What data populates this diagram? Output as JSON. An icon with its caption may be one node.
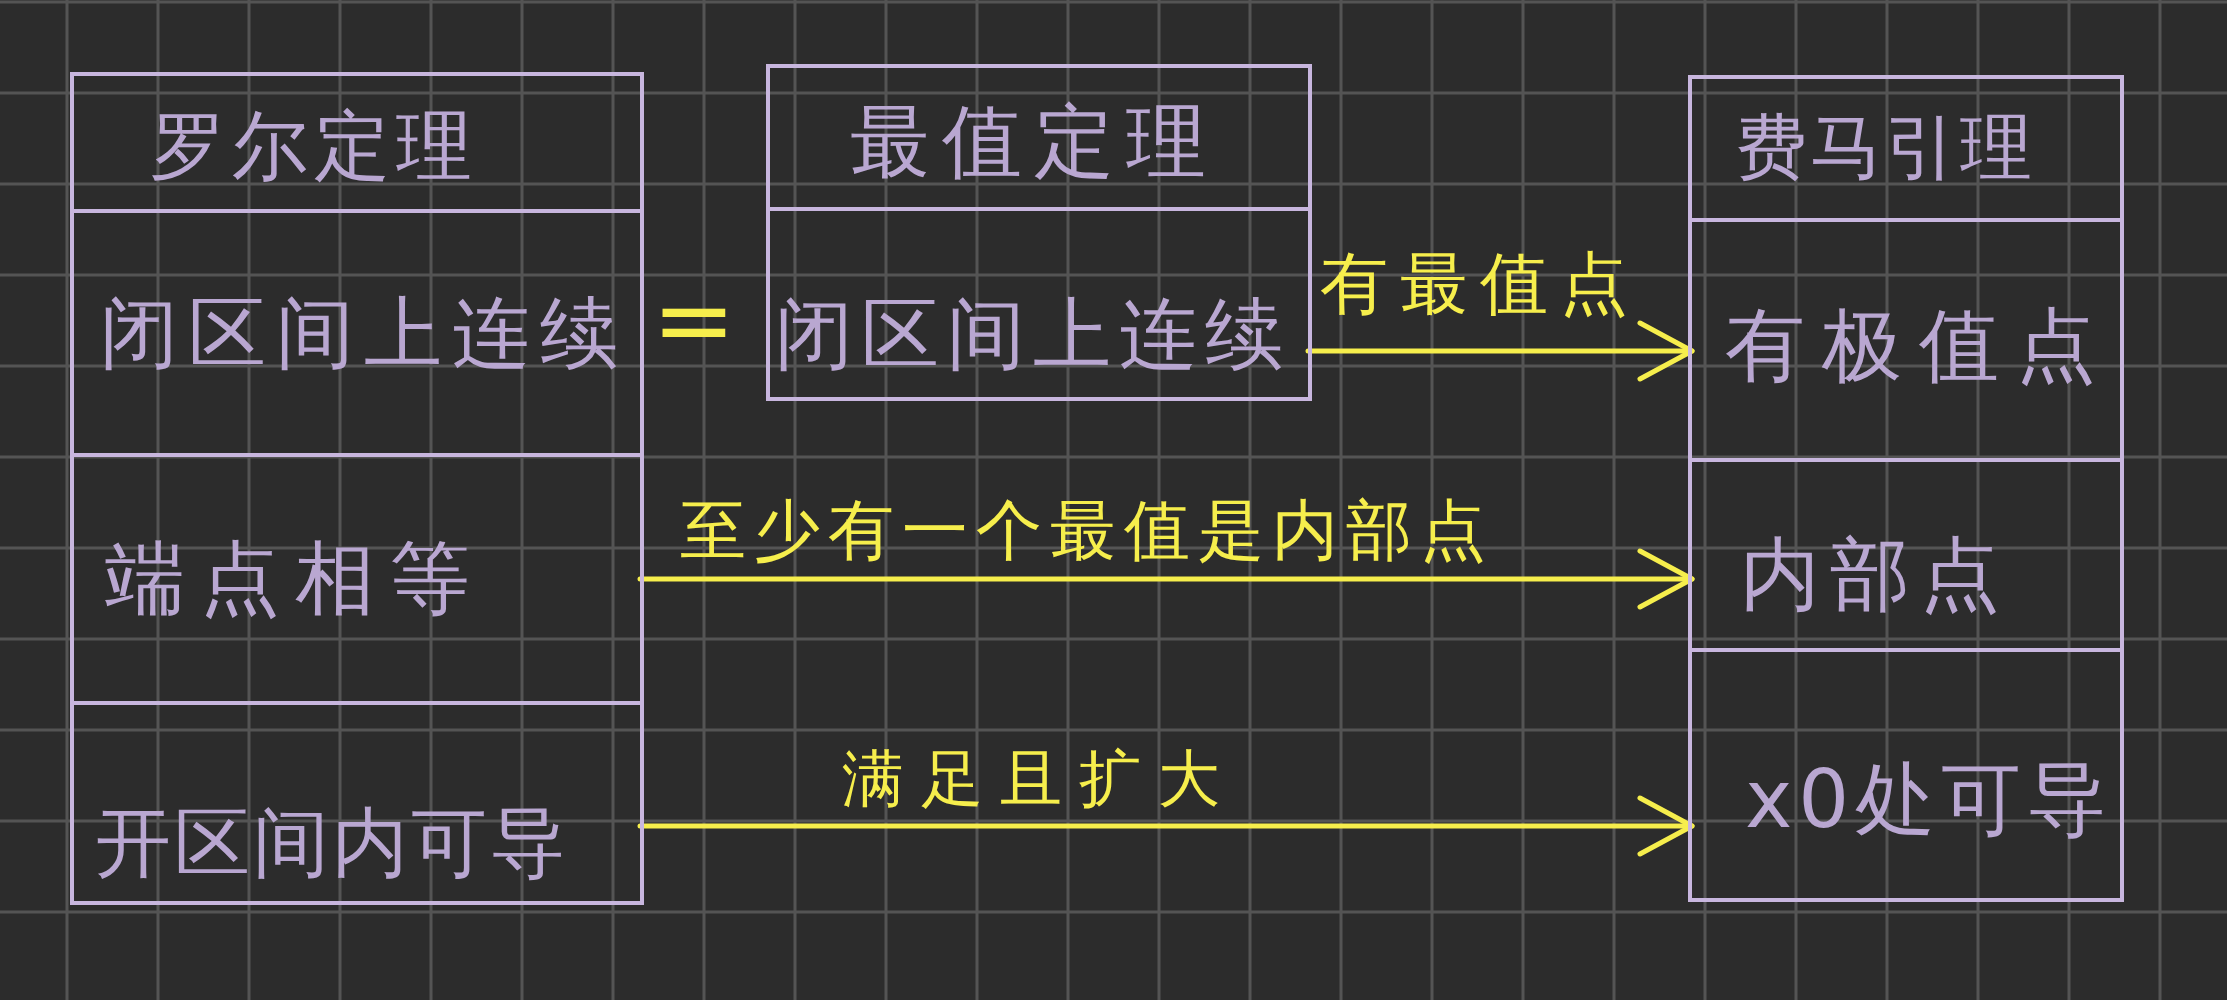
{
  "diagram": {
    "nodes": [
      {
        "text": [
          "罗尔定理"
        ]
      },
      {
        "text": [
          "闭区间上连续"
        ],
        "in": 0
      },
      {
        "text": [
          "端点相等"
        ],
        "in": 0
      },
      {
        "text": [
          "开区间内可导"
        ],
        "in": 0
      },
      {
        "text": [
          "最值定理"
        ]
      },
      {
        "text": [
          "闭区间上连续"
        ],
        "in": 4
      },
      {
        "text": [
          "费马引理"
        ]
      },
      {
        "text": [
          "有极值点"
        ],
        "in": 6
      },
      {
        "text": [
          "内部点"
        ],
        "in": 6
      },
      {
        "text": [
          "x0处可导"
        ],
        "in": 6
      }
    ],
    "edges": [
      {
        "from": 5,
        "to": 7,
        "arrow": "to",
        "label": "有最值点"
      },
      {
        "from": 2,
        "to": 8,
        "arrow": "to",
        "label": "至少有一个最值是内部点"
      },
      {
        "from": 3,
        "to": 9,
        "arrow": "to",
        "label": "满足且扩大"
      }
    ],
    "labels": [
      "="
    ]
  }
}
